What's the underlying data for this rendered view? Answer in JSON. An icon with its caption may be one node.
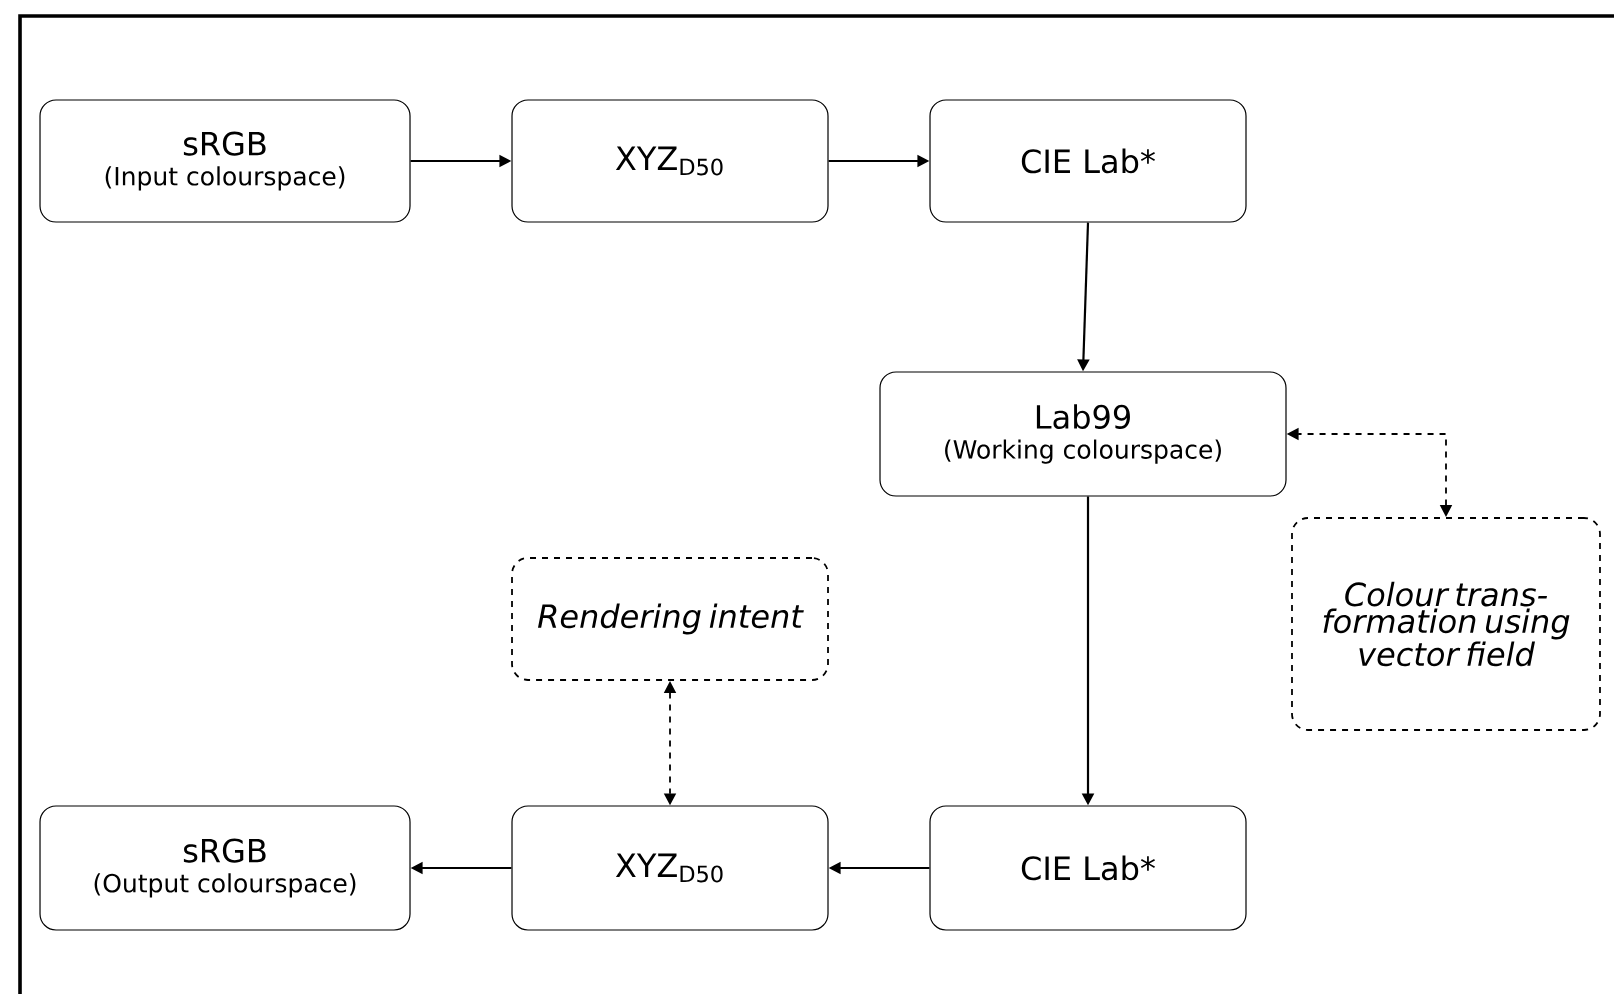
{
  "diagram": {
    "nodes": [
      {
        "text": [
          "sRGB",
          "(Input colourspace)"
        ]
      },
      {
        "text": [
          "XYZ$_{D50}$"
        ]
      },
      {
        "text": [
          "CIE Lab*"
        ]
      },
      {
        "text": [
          "Lab99",
          "(Working colourspace)"
        ]
      },
      {
        "text": [
          "Colour trans- formation using vector field"
        ]
      },
      {
        "text": [
          "Rendering intent"
        ]
      },
      {
        "text": [
          "sRGB",
          "(Output colourspace)"
        ]
      },
      {
        "text": [
          "XYZ$_{D50}$"
        ]
      },
      {
        "text": [
          "CIE Lab*"
        ]
      }
    ],
    "edges": [
      {
        "from": 0,
        "to": 1,
        "arrow": "to"
      },
      {
        "from": 1,
        "to": 2,
        "arrow": "to"
      },
      {
        "from": 2,
        "to": 3,
        "arrow": "to"
      },
      {
        "from": 3,
        "to": 8,
        "arrow": "to"
      },
      {
        "from": 4,
        "to": 3,
        "arrow": "both",
        "style": "dashed"
      },
      {
        "from": 5,
        "to": 7,
        "arrow": "both",
        "style": "dashed"
      },
      {
        "from": 8,
        "to": 7,
        "arrow": "to"
      },
      {
        "from": 7,
        "to": 6,
        "arrow": "to"
      }
    ]
  }
}
